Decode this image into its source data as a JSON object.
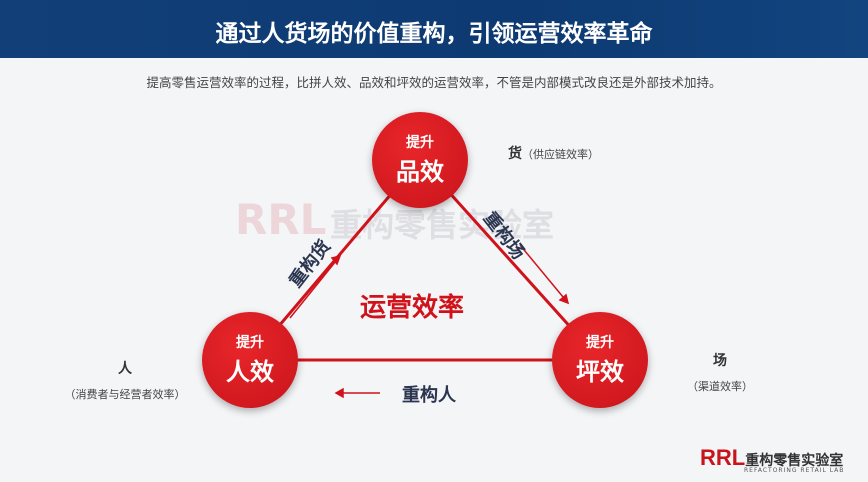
{
  "title": "通过人货场的价值重构，引领运营效率革命",
  "subtitle": "提高零售运营效率的过程，比拼人效、品效和坪效的运营效率，不管是内部模式改良还是外部技术加持。",
  "nodes": {
    "top": {
      "a": "提升",
      "b": "品效"
    },
    "left": {
      "a": "提升",
      "b": "人效"
    },
    "right": {
      "a": "提升",
      "b": "坪效"
    }
  },
  "labels": {
    "goods": "货",
    "goods_sub": "（供应链效率）",
    "people": "人",
    "people_sub": "（消费者与经营者效率）",
    "place": "场",
    "place_sub": "（渠道效率）"
  },
  "edges": {
    "left": "重构货",
    "right": "重构场",
    "bottom": "重构人"
  },
  "center": "运营效率",
  "watermark": {
    "rrl": "RRL",
    "cn": "重构零售实验室",
    "en": "REFACTORING RETAIL LAB"
  },
  "colors": {
    "accent": "#c8141b",
    "header": "#0d3a72"
  }
}
